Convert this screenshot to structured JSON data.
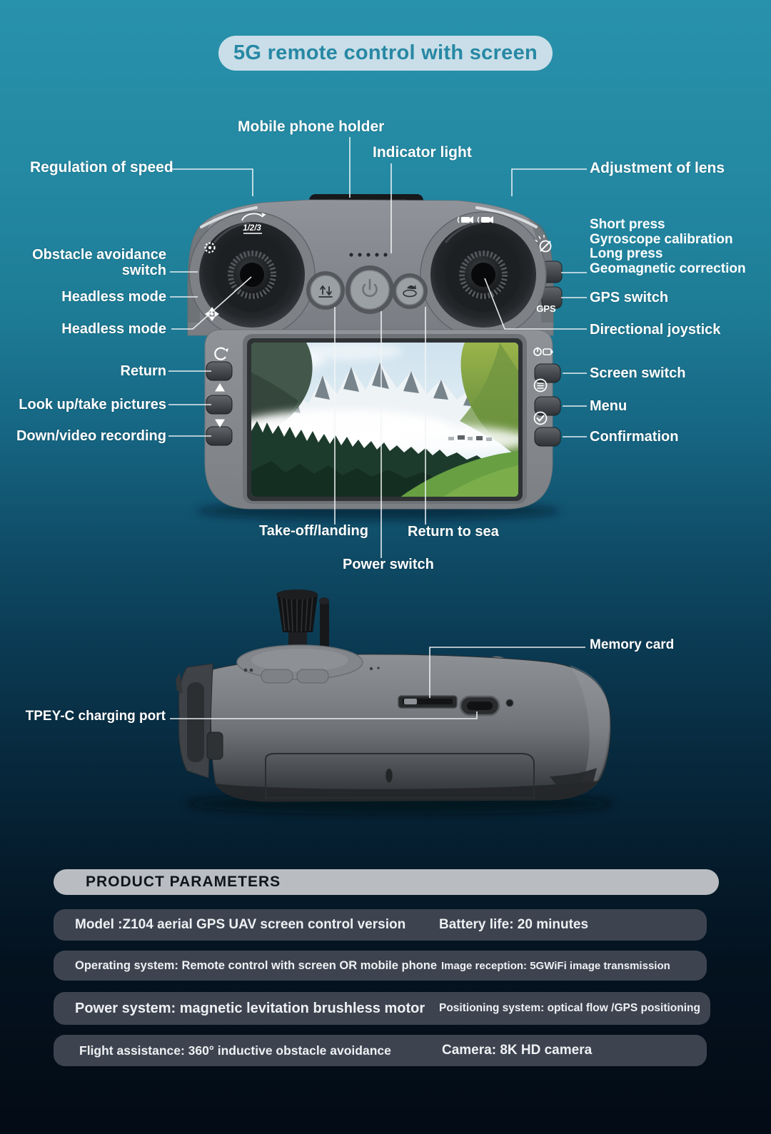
{
  "title": "5G remote control with screen",
  "colors": {
    "background_top": "#2891ab",
    "background_bottom": "#030b15",
    "pill_bg": "#c9dee8",
    "pill_text": "#2788a4",
    "header_bg": "#b9bdc1",
    "row_bg": "#3d4450",
    "label_text": "#ffffff"
  },
  "front_view": {
    "labels": {
      "mobile_phone_holder": "Mobile phone holder",
      "indicator_light": "Indicator light",
      "regulation_of_speed": "Regulation of speed",
      "adjustment_of_lens": "Adjustment of lens",
      "obstacle_avoidance_switch": "Obstacle avoidance switch",
      "headless_mode_1": "Headless mode",
      "headless_mode_2": "Headless mode",
      "return": "Return",
      "look_up_take_pictures": "Look up/take pictures",
      "down_video_recording": "Down/video recording",
      "short_press": [
        "Short press",
        "Gyroscope calibration",
        "Long press",
        "Geomagnetic correction"
      ],
      "gps_switch": "GPS switch",
      "directional_joystick": "Directional joystick",
      "screen_switch": "Screen switch",
      "menu": "Menu",
      "confirmation": "Confirmation",
      "take_off_landing": "Take-off/landing",
      "return_to_sea": "Return to sea",
      "power_switch": "Power switch"
    },
    "device_text": {
      "gps": "GPS",
      "speed_mode": "1/2/3"
    }
  },
  "side_view": {
    "labels": {
      "memory_card": "Memory card",
      "tpey_c_charging_port": "TPEY-C charging port"
    }
  },
  "parameters": {
    "header": "PRODUCT PARAMETERS",
    "rows": [
      {
        "left": "Model :Z104 aerial GPS UAV screen control version",
        "right": "Battery life: 20 minutes"
      },
      {
        "left": "Operating system: Remote control with screen OR mobile phone",
        "right": "Image reception: 5GWiFi image transmission"
      },
      {
        "left": "Power system: magnetic levitation brushless motor",
        "right": "Positioning system: optical flow /GPS positioning"
      },
      {
        "left": "Flight assistance: 360° inductive obstacle avoidance",
        "right": "Camera: 8K HD camera"
      }
    ]
  }
}
